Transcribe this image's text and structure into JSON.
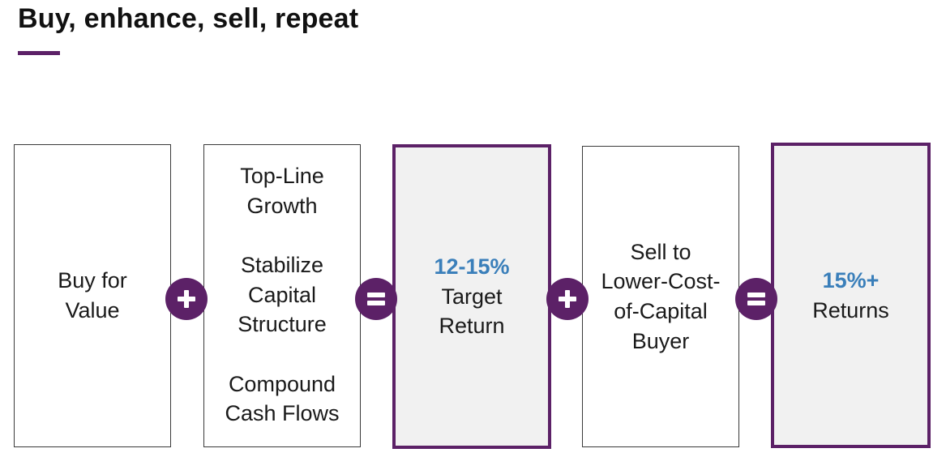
{
  "title": "Buy, enhance, sell, repeat",
  "colors": {
    "accent": "#5c2167",
    "highlight_text": "#3a7fba",
    "highlight_bg": "#f1f1f1"
  },
  "steps": [
    {
      "lines": [
        "Buy for",
        "Value"
      ]
    },
    {
      "groups": [
        {
          "lines": [
            "Top-Line",
            "Growth"
          ]
        },
        {
          "lines": [
            "Stabilize",
            "Capital",
            "Structure"
          ]
        },
        {
          "lines": [
            "Compound",
            "Cash Flows"
          ]
        }
      ]
    },
    {
      "highlight": "12-15%",
      "lines": [
        "Target",
        "Return"
      ]
    },
    {
      "lines": [
        "Sell to",
        "Lower-Cost-",
        "of-Capital",
        "Buyer"
      ]
    },
    {
      "highlight": "15%+",
      "lines": [
        "Returns"
      ]
    }
  ],
  "operators": [
    {
      "symbol": "plus-icon"
    },
    {
      "symbol": "equals-icon"
    },
    {
      "symbol": "plus-icon"
    },
    {
      "symbol": "equals-icon"
    }
  ]
}
